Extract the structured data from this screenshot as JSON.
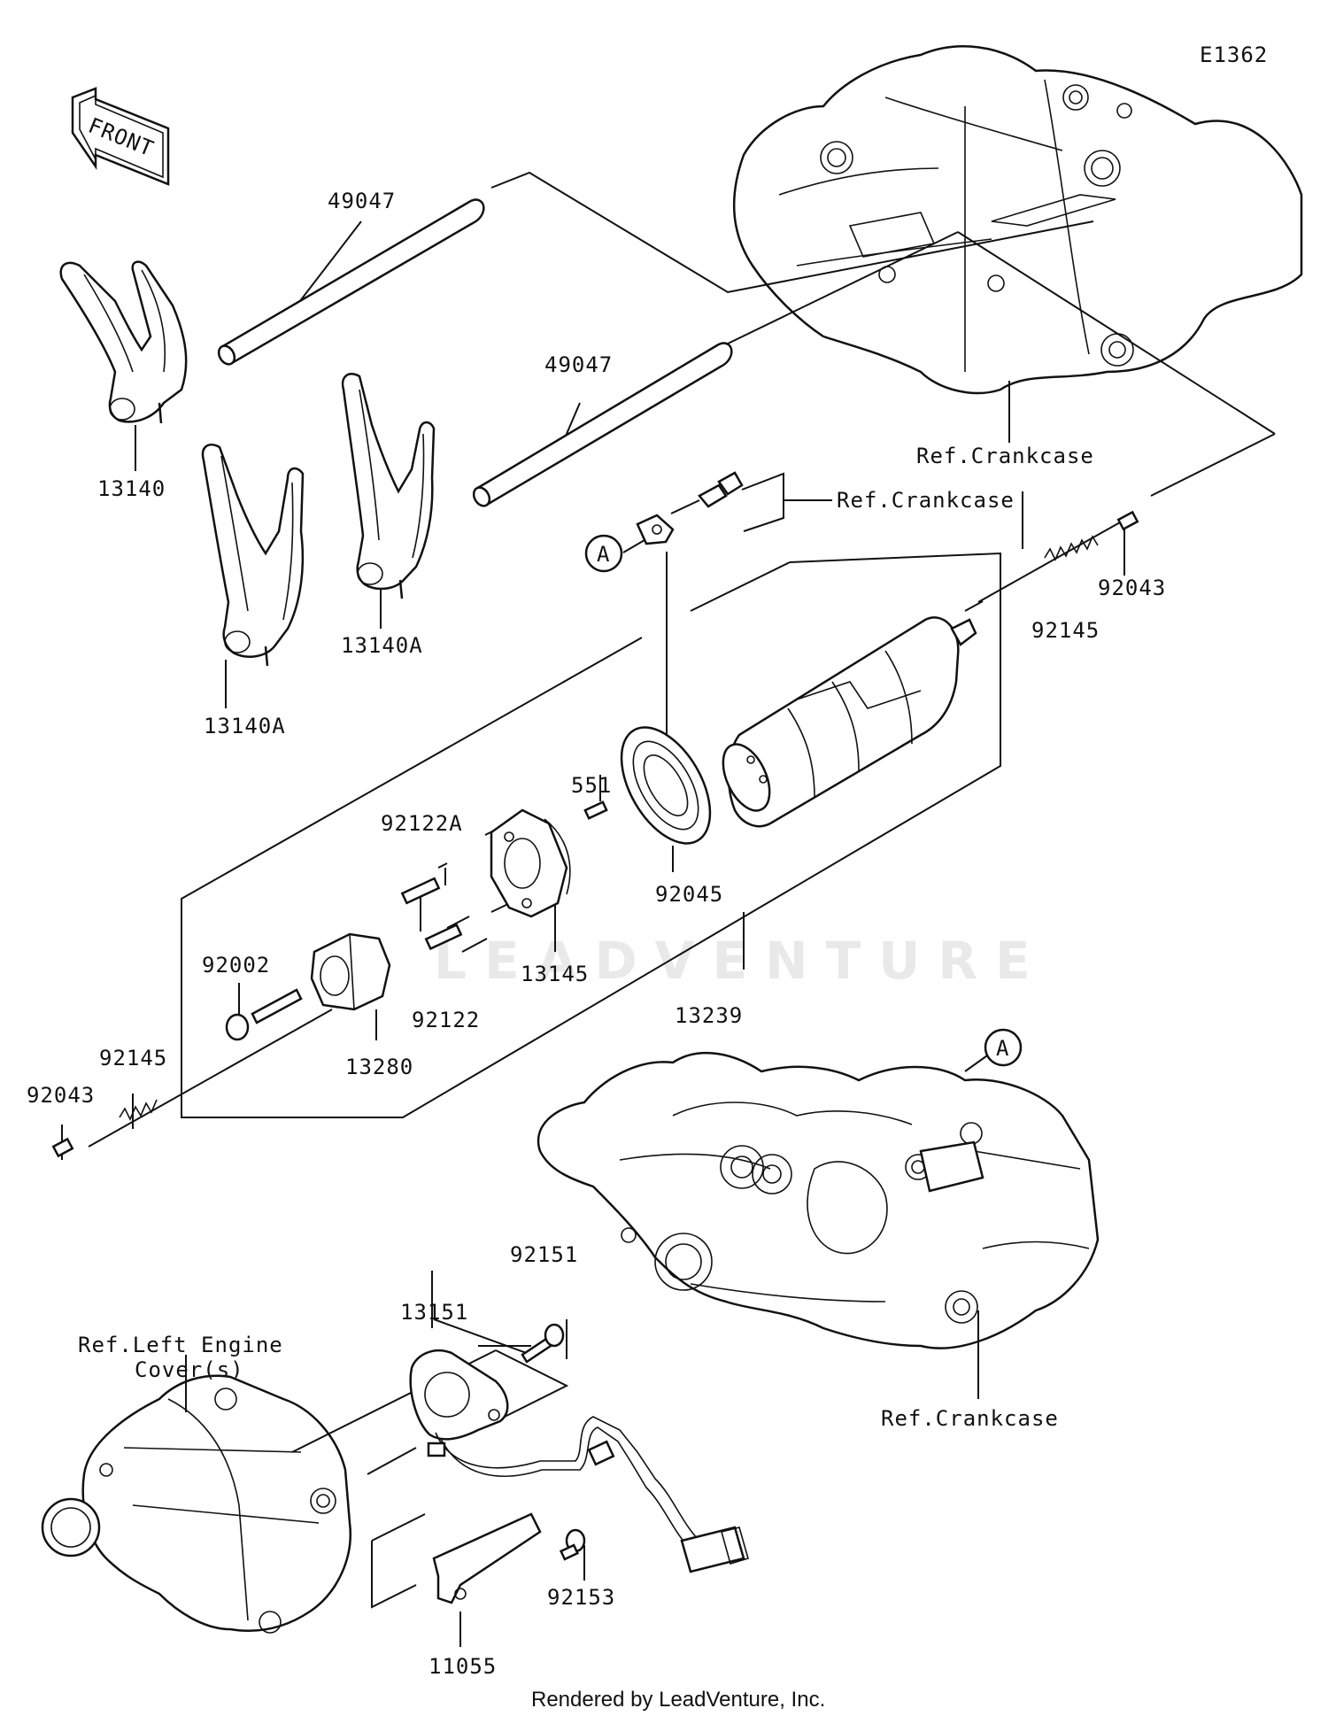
{
  "diagram_code": "E1362",
  "front_label": "FRONT",
  "credit": "Rendered by LeadVenture, Inc.",
  "watermark": "LEADVENTURE",
  "callout_marker": "A",
  "refs": {
    "crankcase_top": "Ref.Crankcase",
    "crankcase_mid": "Ref.Crankcase",
    "crankcase_bottom": "Ref.Crankcase",
    "left_cover_line1": "Ref.Left Engine",
    "left_cover_line2": "Cover(s)"
  },
  "parts": {
    "shaft_upper": "49047",
    "shaft_lower": "49047",
    "fork_left": "13140",
    "fork_mid": "13140A",
    "fork_right": "13140A",
    "bearing": "92045",
    "pin": "551",
    "drum": "13239",
    "holder": "13145",
    "pin_a": "92122A",
    "pin_b": "92122",
    "bolt": "92002",
    "stopper": "13280",
    "spring_right": "92145",
    "spring_left": "92145",
    "plug_right": "92043",
    "plug_left": "92043",
    "sensor": "13151",
    "sensor_bolt": "92151",
    "clamp_bolt": "92153",
    "clamp": "11055"
  }
}
